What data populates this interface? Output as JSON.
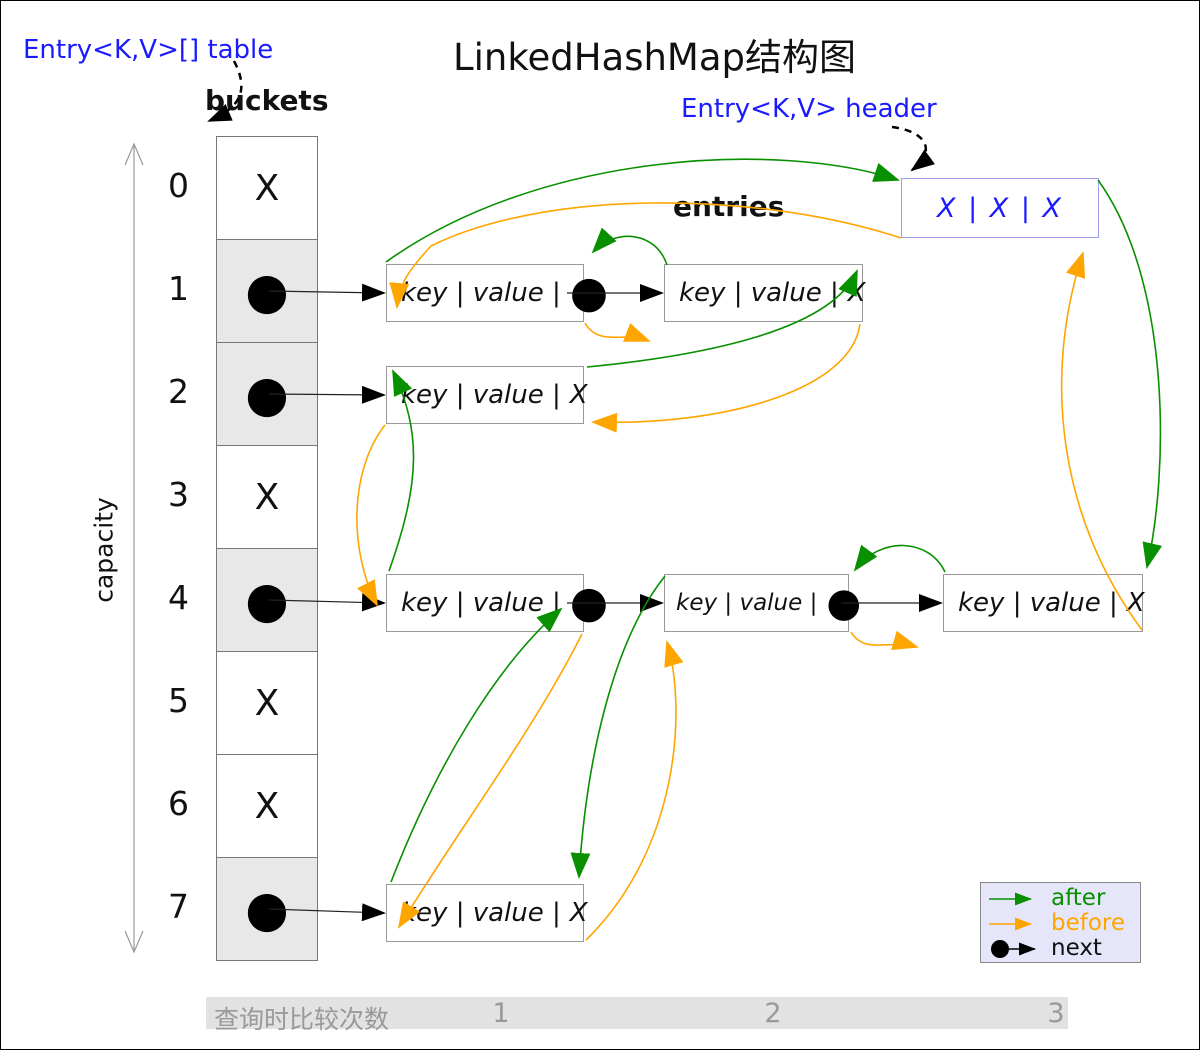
{
  "title": "LinkedHashMap结构图",
  "labels": {
    "table_ref": "Entry<K,V>[] table",
    "buckets": "buckets",
    "header_ref": "Entry<K,V> header",
    "entries": "entries",
    "capacity": "capacity"
  },
  "colors": {
    "after_green": "#089000",
    "before_orange": "#ffa500",
    "next_black": "#000000",
    "ref_label_blue": "#1a1aff",
    "header_border": "#9f9ff0",
    "bucket_fill_occupied": "#e8e8e8",
    "legend_bg": "#e6e6fa",
    "footer_bg": "#e2e2e2"
  },
  "buckets": [
    {
      "index": "0",
      "value": "X"
    },
    {
      "index": "1",
      "value": "●"
    },
    {
      "index": "2",
      "value": "●"
    },
    {
      "index": "3",
      "value": "X"
    },
    {
      "index": "4",
      "value": "●"
    },
    {
      "index": "5",
      "value": "X"
    },
    {
      "index": "6",
      "value": "X"
    },
    {
      "index": "7",
      "value": "●"
    }
  ],
  "nodes": {
    "header": {
      "text": "X  |  X  |  X",
      "tail": ""
    },
    "r1n1": {
      "text": "key | value |",
      "tail": "●"
    },
    "r1n2": {
      "text": "key | value |",
      "tail": "X"
    },
    "r2n1": {
      "text": "key | value |",
      "tail": "X"
    },
    "r4n1": {
      "text": "key | value |",
      "tail": "●"
    },
    "r4n2": {
      "text": "key | value |",
      "tail": "●"
    },
    "r4n3": {
      "text": "key | value |",
      "tail": "X"
    },
    "r7n1": {
      "text": "key | value |",
      "tail": "X"
    }
  },
  "legend": {
    "items": [
      {
        "label": "after"
      },
      {
        "label": "before"
      },
      {
        "label": "next"
      }
    ]
  },
  "footer": {
    "label": "查询时比较次数",
    "values": [
      "1",
      "2",
      "3"
    ]
  }
}
